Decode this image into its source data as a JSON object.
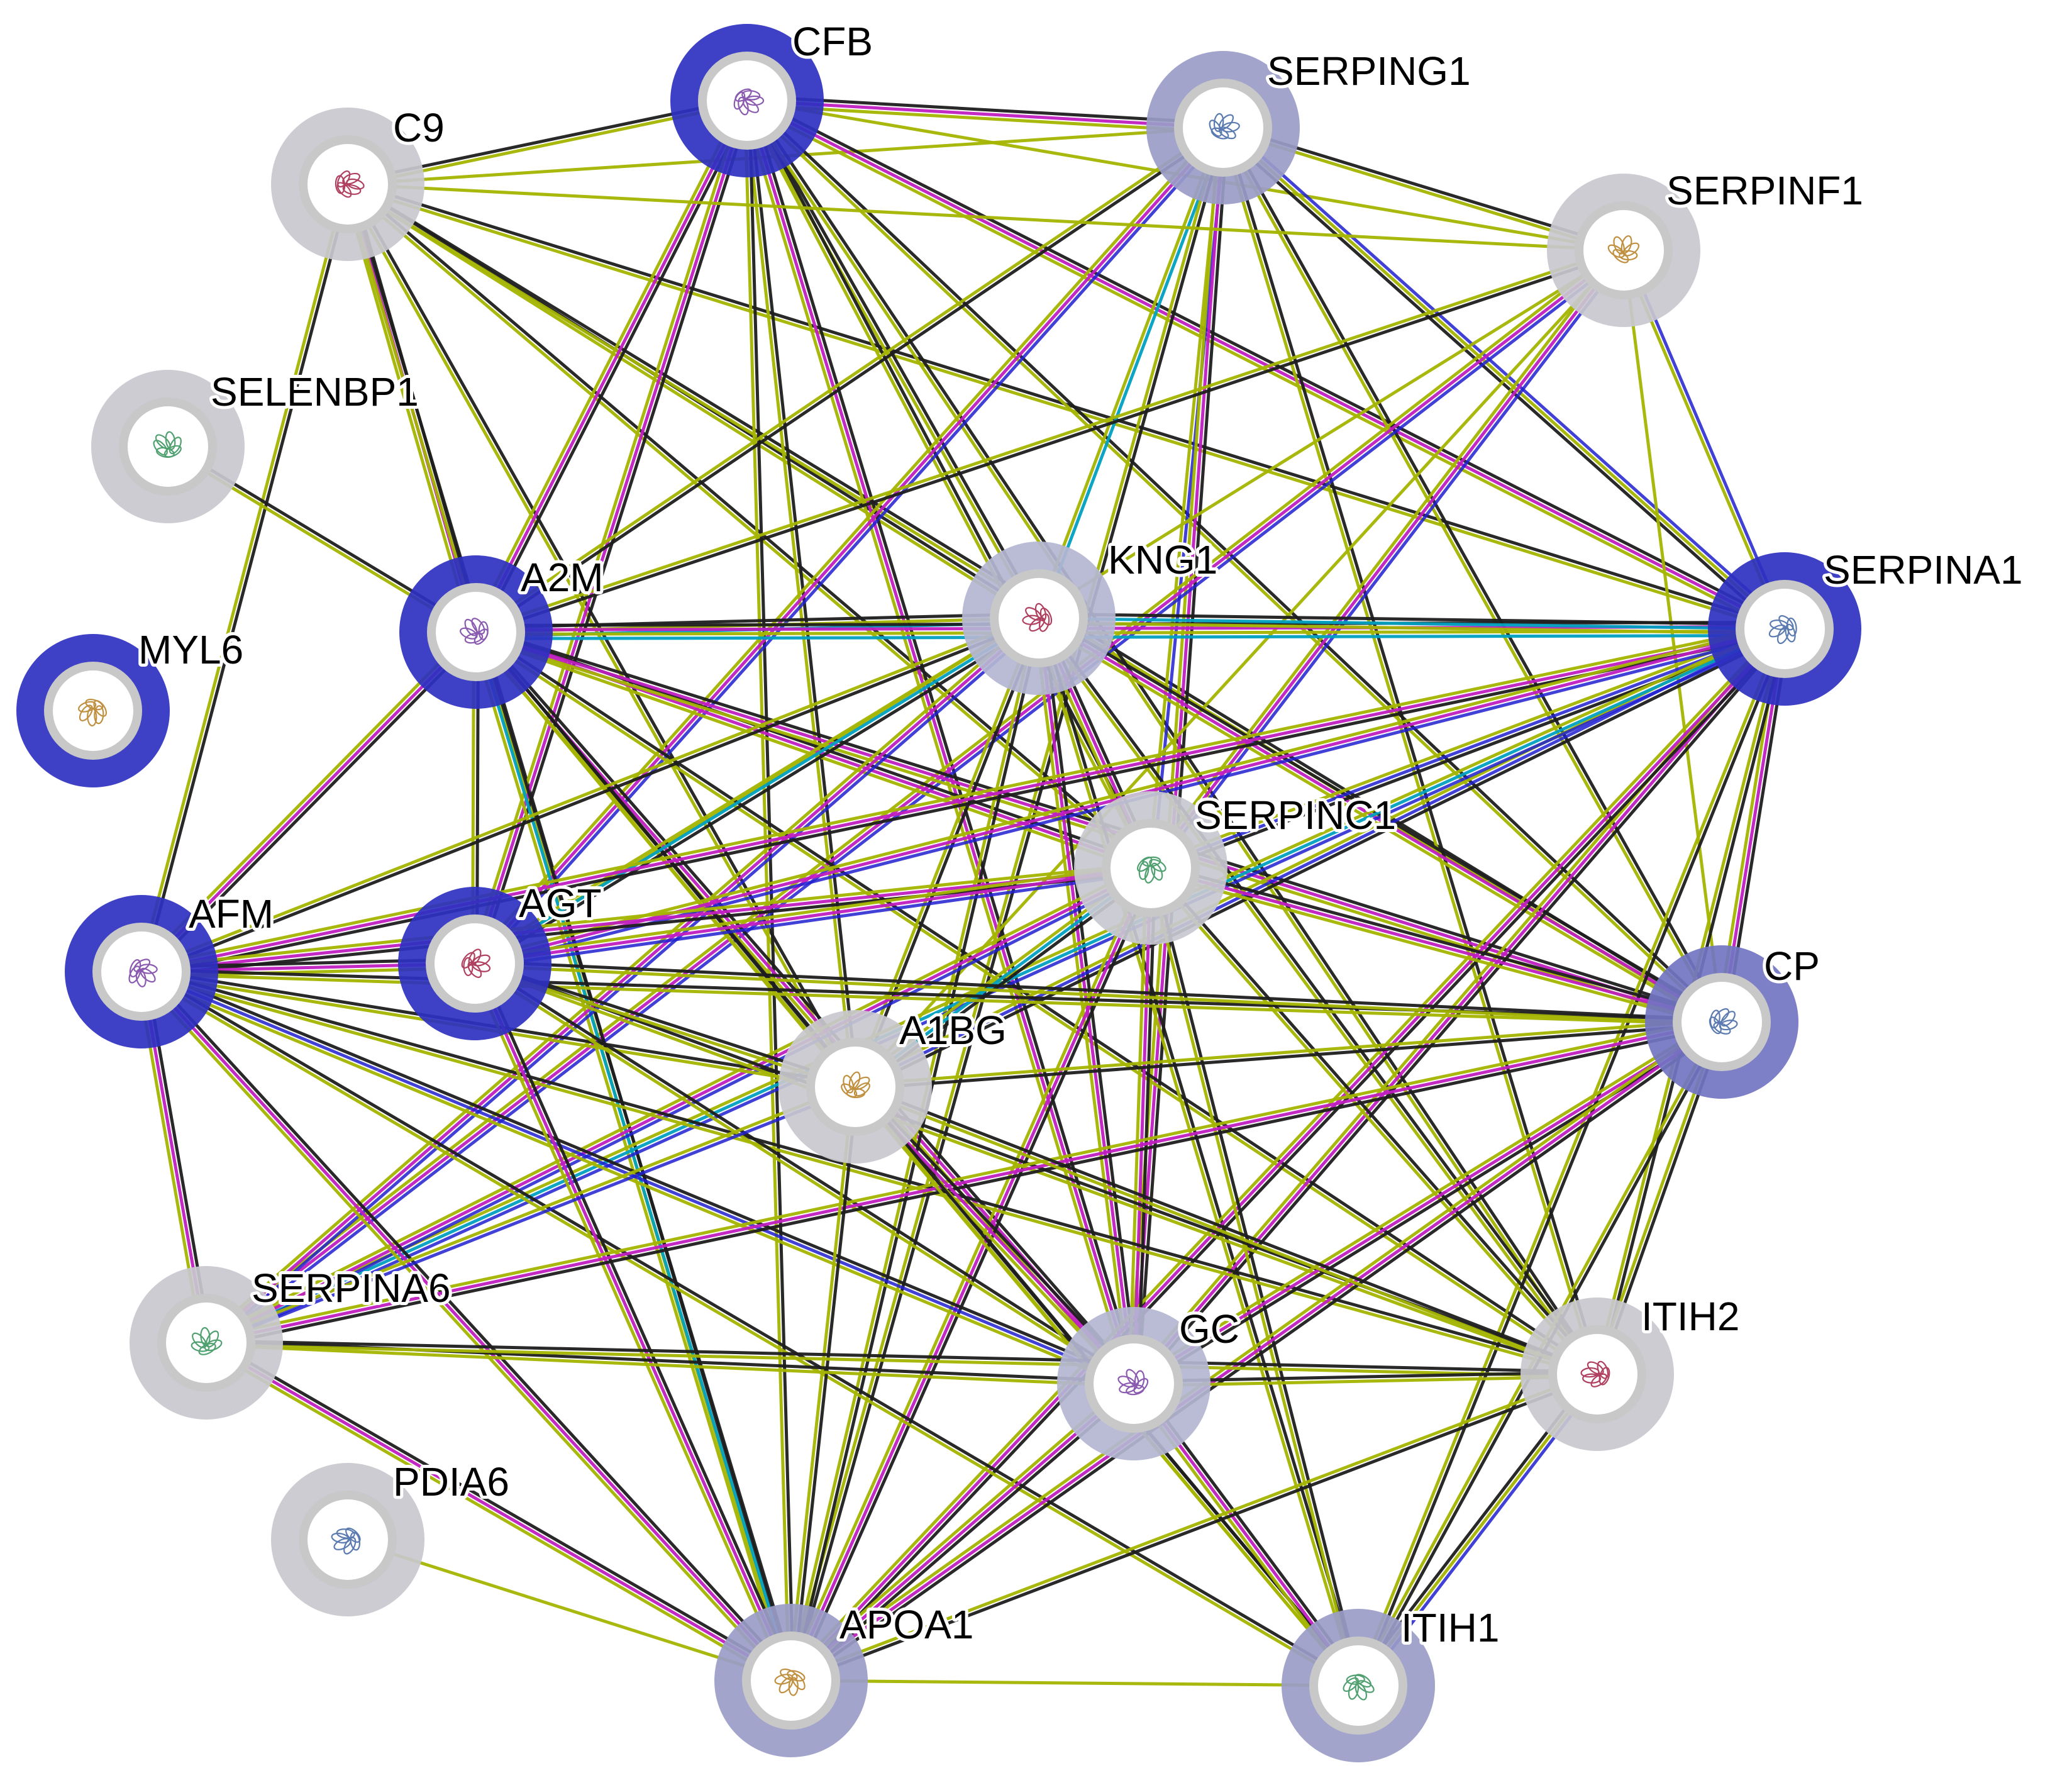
{
  "nodes": [
    {
      "id": "CFB",
      "label": "CFB",
      "halo": "#2e30c0"
    },
    {
      "id": "C9",
      "label": "C9",
      "halo": "#c8c8ce"
    },
    {
      "id": "SERPING1",
      "label": "SERPING1",
      "halo": "#9a9cc8"
    },
    {
      "id": "SERPINF1",
      "label": "SERPINF1",
      "halo": "#c8c8ce"
    },
    {
      "id": "SELENBP1",
      "label": "SELENBP1",
      "halo": "#c8c8ce"
    },
    {
      "id": "A2M",
      "label": "A2M",
      "halo": "#2e30c0"
    },
    {
      "id": "KNG1",
      "label": "KNG1",
      "halo": "#b4b6d2"
    },
    {
      "id": "SERPINA1",
      "label": "SERPINA1",
      "halo": "#2e30c0"
    },
    {
      "id": "MYL6",
      "label": "MYL6",
      "halo": "#2e30c0"
    },
    {
      "id": "SERPINC1",
      "label": "SERPINC1",
      "halo": "#c8c8d0"
    },
    {
      "id": "AFM",
      "label": "AFM",
      "halo": "#2e30c0"
    },
    {
      "id": "AGT",
      "label": "AGT",
      "halo": "#2e30c0"
    },
    {
      "id": "CP",
      "label": "CP",
      "halo": "#7274c2"
    },
    {
      "id": "A1BG",
      "label": "A1BG",
      "halo": "#c8c8ce"
    },
    {
      "id": "SERPINA6",
      "label": "SERPINA6",
      "halo": "#c8c8ce"
    },
    {
      "id": "GC",
      "label": "GC",
      "halo": "#b4b6d2"
    },
    {
      "id": "ITIH2",
      "label": "ITIH2",
      "halo": "#c8c8ce"
    },
    {
      "id": "PDIA6",
      "label": "PDIA6",
      "halo": "#c8c8ce"
    },
    {
      "id": "APOA1",
      "label": "APOA1",
      "halo": "#9a9cc8"
    },
    {
      "id": "ITIH1",
      "label": "ITIH1",
      "halo": "#9a9cc8"
    }
  ],
  "edge_colors": {
    "coexpression": "#1e1e1e",
    "textmining": "#a4b400",
    "experiments": "#c01ec0",
    "databases": "#2020d0",
    "homology": "#00a0c0"
  },
  "edges": [
    [
      "C9",
      "CFB",
      [
        "coexpression",
        "textmining"
      ]
    ],
    [
      "C9",
      "SERPING1",
      [
        "textmining"
      ]
    ],
    [
      "C9",
      "KNG1",
      [
        "coexpression",
        "textmining"
      ]
    ],
    [
      "C9",
      "A2M",
      [
        "coexpression",
        "experiments",
        "textmining"
      ]
    ],
    [
      "C9",
      "SERPINC1",
      [
        "coexpression",
        "textmining"
      ]
    ],
    [
      "C9",
      "SERPINA1",
      [
        "coexpression",
        "textmining"
      ]
    ],
    [
      "C9",
      "AFM",
      [
        "coexpression",
        "textmining"
      ]
    ],
    [
      "C9",
      "A1BG",
      [
        "coexpression",
        "textmining"
      ]
    ],
    [
      "C9",
      "CP",
      [
        "coexpression",
        "textmining"
      ]
    ],
    [
      "C9",
      "APOA1",
      [
        "coexpression",
        "textmining"
      ]
    ],
    [
      "CFB",
      "SERPING1",
      [
        "coexpression",
        "experiments",
        "textmining"
      ]
    ],
    [
      "CFB",
      "SERPINF1",
      [
        "textmining"
      ]
    ],
    [
      "CFB",
      "A2M",
      [
        "coexpression",
        "experiments",
        "textmining"
      ]
    ],
    [
      "CFB",
      "KNG1",
      [
        "coexpression",
        "textmining"
      ]
    ],
    [
      "CFB",
      "SERPINA1",
      [
        "coexpression",
        "experiments",
        "textmining"
      ]
    ],
    [
      "CFB",
      "SERPINC1",
      [
        "coexpression",
        "textmining"
      ]
    ],
    [
      "CFB",
      "AGT",
      [
        "coexpression",
        "experiments",
        "textmining"
      ]
    ],
    [
      "CFB",
      "A1BG",
      [
        "coexpression",
        "textmining"
      ]
    ],
    [
      "CFB",
      "GC",
      [
        "coexpression",
        "experiments",
        "textmining"
      ]
    ],
    [
      "CFB",
      "APOA1",
      [
        "coexpression",
        "textmining"
      ]
    ],
    [
      "CFB",
      "CP",
      [
        "coexpression",
        "textmining"
      ]
    ],
    [
      "CFB",
      "ITIH2",
      [
        "coexpression",
        "textmining"
      ]
    ],
    [
      "SERPING1",
      "SERPINF1",
      [
        "coexpression",
        "textmining"
      ]
    ],
    [
      "SERPING1",
      "SERPINA1",
      [
        "databases",
        "textmining",
        "coexpression"
      ]
    ],
    [
      "SERPING1",
      "KNG1",
      [
        "homology",
        "textmining"
      ]
    ],
    [
      "SERPING1",
      "SERPINC1",
      [
        "databases",
        "textmining"
      ]
    ],
    [
      "SERPING1",
      "A2M",
      [
        "coexpression",
        "textmining"
      ]
    ],
    [
      "SERPING1",
      "CP",
      [
        "coexpression",
        "textmining"
      ]
    ],
    [
      "SERPING1",
      "GC",
      [
        "coexpression",
        "experiments",
        "textmining"
      ]
    ],
    [
      "SERPING1",
      "ITIH2",
      [
        "coexpression",
        "textmining"
      ]
    ],
    [
      "SERPING1",
      "APOA1",
      [
        "coexpression",
        "textmining"
      ]
    ],
    [
      "SERPING1",
      "AGT",
      [
        "databases",
        "experiments",
        "textmining"
      ]
    ],
    [
      "SERPINF1",
      "SERPINA1",
      [
        "databases",
        "textmining"
      ]
    ],
    [
      "SERPINF1",
      "CP",
      [
        "textmining"
      ]
    ],
    [
      "SERPINF1",
      "SERPINC1",
      [
        "databases",
        "experiments",
        "textmining"
      ]
    ],
    [
      "SERPINF1",
      "AGT",
      [
        "textmining"
      ]
    ],
    [
      "SERPINF1",
      "A2M",
      [
        "coexpression",
        "textmining"
      ]
    ],
    [
      "SERPINF1",
      "SERPINA6",
      [
        "databases",
        "experiments",
        "textmining"
      ]
    ],
    [
      "SERPINF1",
      "A1BG",
      [
        "textmining"
      ]
    ],
    [
      "SERPINF1",
      "C9",
      [
        "textmining"
      ]
    ],
    [
      "SELENBP1",
      "A2M",
      [
        "coexpression",
        "textmining"
      ]
    ],
    [
      "A2M",
      "KNG1",
      [
        "coexpression",
        "textmining",
        "homology"
      ]
    ],
    [
      "A2M",
      "SERPINA1",
      [
        "coexpression",
        "experiments",
        "textmining",
        "homology"
      ]
    ],
    [
      "A2M",
      "SERPINC1",
      [
        "coexpression",
        "experiments",
        "textmining"
      ]
    ],
    [
      "A2M",
      "AFM",
      [
        "coexpression",
        "experiments",
        "textmining"
      ]
    ],
    [
      "A2M",
      "AGT",
      [
        "coexpression",
        "textmining"
      ]
    ],
    [
      "A2M",
      "CP",
      [
        "coexpression",
        "experiments",
        "textmining"
      ]
    ],
    [
      "A2M",
      "GC",
      [
        "coexpression",
        "experiments",
        "textmining"
      ]
    ],
    [
      "A2M",
      "ITIH2",
      [
        "coexpression",
        "textmining"
      ]
    ],
    [
      "A2M",
      "ITIH1",
      [
        "coexpression",
        "textmining"
      ]
    ],
    [
      "A2M",
      "APOA1",
      [
        "coexpression",
        "homology",
        "textmining"
      ]
    ],
    [
      "A2M",
      "A1BG",
      [
        "coexpression",
        "textmining"
      ]
    ],
    [
      "KNG1",
      "SERPINA1",
      [
        "coexpression",
        "homology",
        "textmining"
      ]
    ],
    [
      "KNG1",
      "SERPINC1",
      [
        "coexpression",
        "experiments",
        "textmining"
      ]
    ],
    [
      "KNG1",
      "AGT",
      [
        "coexpression",
        "homology",
        "textmining"
      ]
    ],
    [
      "KNG1",
      "AFM",
      [
        "coexpression",
        "textmining"
      ]
    ],
    [
      "KNG1",
      "CP",
      [
        "coexpression",
        "experiments",
        "textmining"
      ]
    ],
    [
      "KNG1",
      "A1BG",
      [
        "coexpression",
        "textmining"
      ]
    ],
    [
      "KNG1",
      "GC",
      [
        "coexpression",
        "experiments",
        "textmining"
      ]
    ],
    [
      "KNG1",
      "ITIH2",
      [
        "coexpression",
        "textmining"
      ]
    ],
    [
      "KNG1",
      "ITIH1",
      [
        "coexpression",
        "textmining"
      ]
    ],
    [
      "KNG1",
      "APOA1",
      [
        "coexpression",
        "textmining"
      ]
    ],
    [
      "KNG1",
      "SERPINA6",
      [
        "databases",
        "experiments",
        "textmining"
      ]
    ],
    [
      "SERPINA1",
      "SERPINC1",
      [
        "coexpression",
        "databases",
        "textmining"
      ]
    ],
    [
      "SERPINA1",
      "CP",
      [
        "coexpression",
        "experiments",
        "textmining"
      ]
    ],
    [
      "SERPINA1",
      "GC",
      [
        "coexpression",
        "experiments",
        "textmining"
      ]
    ],
    [
      "SERPINA1",
      "ITIH2",
      [
        "coexpression",
        "textmining"
      ]
    ],
    [
      "SERPINA1",
      "ITIH1",
      [
        "coexpression",
        "textmining"
      ]
    ],
    [
      "SERPINA1",
      "APOA1",
      [
        "coexpression",
        "experiments",
        "textmining"
      ]
    ],
    [
      "SERPINA1",
      "AFM",
      [
        "coexpression",
        "experiments",
        "textmining"
      ]
    ],
    [
      "SERPINA1",
      "AGT",
      [
        "databases",
        "experiments",
        "textmining"
      ]
    ],
    [
      "SERPINA1",
      "A1BG",
      [
        "coexpression",
        "databases",
        "textmining"
      ]
    ],
    [
      "SERPINA1",
      "SERPINA6",
      [
        "databases",
        "homology",
        "textmining"
      ]
    ],
    [
      "SERPINC1",
      "AFM",
      [
        "coexpression",
        "experiments",
        "textmining"
      ]
    ],
    [
      "SERPINC1",
      "AGT",
      [
        "databases",
        "experiments",
        "textmining"
      ]
    ],
    [
      "SERPINC1",
      "CP",
      [
        "coexpression",
        "experiments",
        "textmining"
      ]
    ],
    [
      "SERPINC1",
      "A1BG",
      [
        "coexpression",
        "homology",
        "textmining"
      ]
    ],
    [
      "SERPINC1",
      "GC",
      [
        "coexpression",
        "experiments",
        "textmining"
      ]
    ],
    [
      "SERPINC1",
      "ITIH2",
      [
        "coexpression",
        "textmining"
      ]
    ],
    [
      "SERPINC1",
      "ITIH1",
      [
        "coexpression",
        "textmining"
      ]
    ],
    [
      "SERPINC1",
      "APOA1",
      [
        "coexpression",
        "experiments",
        "textmining"
      ]
    ],
    [
      "SERPINC1",
      "SERPINA6",
      [
        "databases",
        "experiments",
        "textmining"
      ]
    ],
    [
      "AFM",
      "AGT",
      [
        "coexpression",
        "experiments",
        "textmining"
      ]
    ],
    [
      "AFM",
      "CP",
      [
        "coexpression",
        "textmining"
      ]
    ],
    [
      "AFM",
      "A1BG",
      [
        "coexpression",
        "textmining"
      ]
    ],
    [
      "AFM",
      "GC",
      [
        "coexpression",
        "databases",
        "textmining"
      ]
    ],
    [
      "AFM",
      "ITIH2",
      [
        "coexpression",
        "textmining"
      ]
    ],
    [
      "AFM",
      "ITIH1",
      [
        "coexpression",
        "textmining"
      ]
    ],
    [
      "AFM",
      "APOA1",
      [
        "coexpression",
        "experiments",
        "textmining"
      ]
    ],
    [
      "AFM",
      "SERPINA6",
      [
        "coexpression",
        "experiments",
        "textmining"
      ]
    ],
    [
      "AGT",
      "CP",
      [
        "coexpression",
        "textmining"
      ]
    ],
    [
      "AGT",
      "GC",
      [
        "coexpression",
        "textmining"
      ]
    ],
    [
      "AGT",
      "ITIH2",
      [
        "coexpression",
        "textmining"
      ]
    ],
    [
      "AGT",
      "APOA1",
      [
        "coexpression",
        "experiments",
        "textmining"
      ]
    ],
    [
      "AGT",
      "A1BG",
      [
        "coexpression",
        "textmining"
      ]
    ],
    [
      "CP",
      "GC",
      [
        "coexpression",
        "experiments",
        "textmining"
      ]
    ],
    [
      "CP",
      "ITIH2",
      [
        "coexpression",
        "textmining"
      ]
    ],
    [
      "CP",
      "ITIH1",
      [
        "coexpression",
        "textmining"
      ]
    ],
    [
      "CP",
      "APOA1",
      [
        "coexpression",
        "experiments",
        "textmining"
      ]
    ],
    [
      "CP",
      "A1BG",
      [
        "coexpression",
        "textmining"
      ]
    ],
    [
      "CP",
      "SERPINA6",
      [
        "coexpression",
        "experiments",
        "textmining"
      ]
    ],
    [
      "A1BG",
      "GC",
      [
        "coexpression",
        "experiments",
        "textmining"
      ]
    ],
    [
      "A1BG",
      "ITIH2",
      [
        "coexpression",
        "textmining"
      ]
    ],
    [
      "A1BG",
      "APOA1",
      [
        "coexpression",
        "textmining"
      ]
    ],
    [
      "A1BG",
      "ITIH1",
      [
        "coexpression",
        "textmining"
      ]
    ],
    [
      "A1BG",
      "SERPINA6",
      [
        "databases",
        "textmining"
      ]
    ],
    [
      "SERPINA6",
      "GC",
      [
        "coexpression",
        "textmining"
      ]
    ],
    [
      "SERPINA6",
      "ITIH2",
      [
        "coexpression",
        "textmining"
      ]
    ],
    [
      "SERPINA6",
      "APOA1",
      [
        "coexpression",
        "experiments",
        "textmining"
      ]
    ],
    [
      "GC",
      "ITIH2",
      [
        "coexpression",
        "textmining"
      ]
    ],
    [
      "GC",
      "APOA1",
      [
        "coexpression",
        "experiments",
        "textmining"
      ]
    ],
    [
      "GC",
      "ITIH1",
      [
        "coexpression",
        "experiments",
        "textmining"
      ]
    ],
    [
      "ITIH2",
      "ITIH1",
      [
        "databases",
        "textmining",
        "coexpression"
      ]
    ],
    [
      "ITIH2",
      "APOA1",
      [
        "coexpression",
        "textmining"
      ]
    ],
    [
      "PDIA6",
      "APOA1",
      [
        "textmining"
      ]
    ],
    [
      "APOA1",
      "ITIH1",
      [
        "textmining"
      ]
    ]
  ]
}
